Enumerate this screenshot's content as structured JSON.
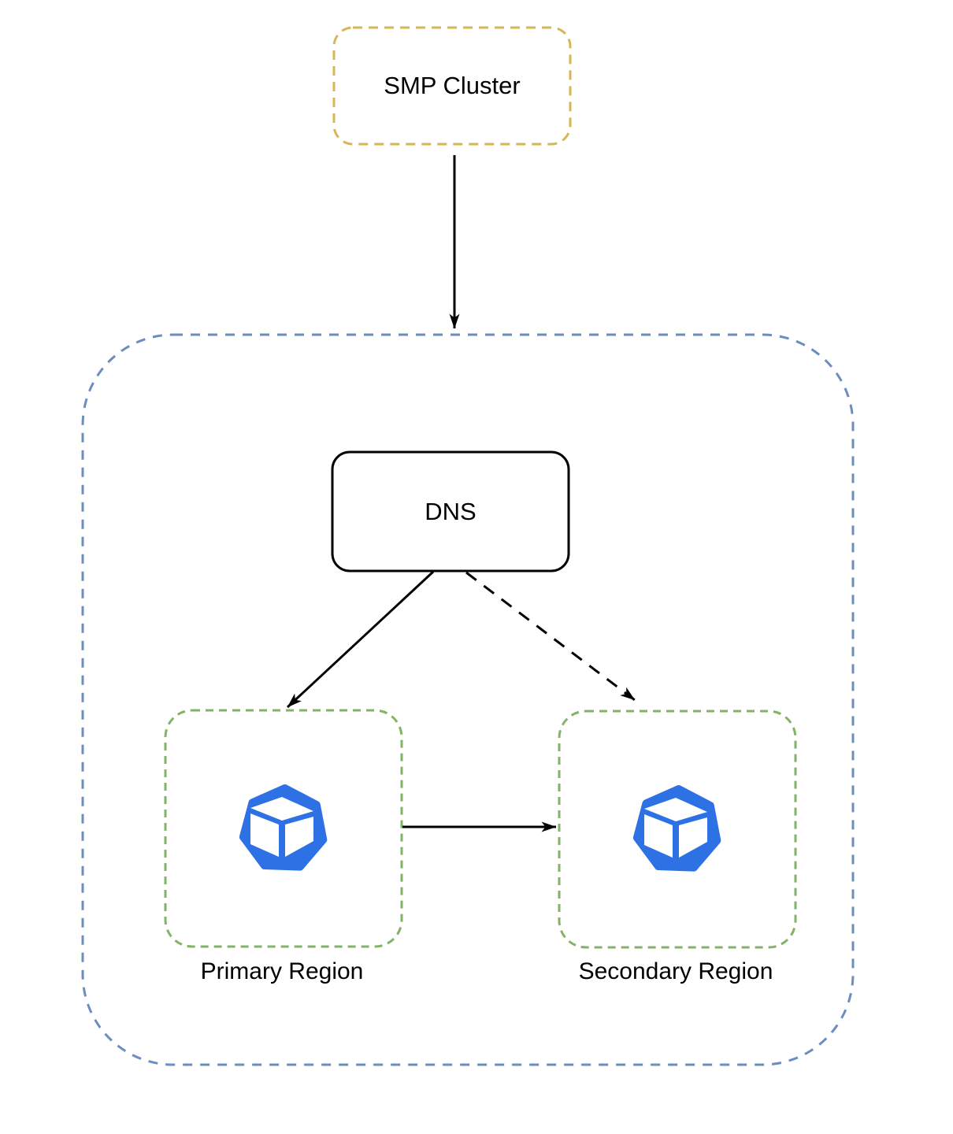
{
  "diagram": {
    "nodes": {
      "smp_cluster": {
        "label": "SMP Cluster",
        "shape": "rounded-rect",
        "border": "dashed-gold"
      },
      "multi_region": {
        "label": "",
        "shape": "rounded-container",
        "border": "dashed-blue"
      },
      "dns": {
        "label": "DNS",
        "shape": "rounded-rect",
        "border": "solid-black"
      },
      "primary_region": {
        "label": "Primary Region",
        "shape": "rounded-rect",
        "border": "dashed-green",
        "icon": "kubernetes-cube-heptagon-icon"
      },
      "secondary_region": {
        "label": "Secondary Region",
        "shape": "rounded-rect",
        "border": "dashed-green",
        "icon": "kubernetes-cube-heptagon-icon"
      }
    },
    "edges": [
      {
        "from": "smp_cluster",
        "to": "multi_region",
        "style": "solid",
        "arrowhead": "filled"
      },
      {
        "from": "dns",
        "to": "primary_region",
        "style": "solid",
        "arrowhead": "filled"
      },
      {
        "from": "dns",
        "to": "secondary_region",
        "style": "dashed",
        "arrowhead": "filled"
      },
      {
        "from": "primary_region",
        "to": "secondary_region",
        "style": "solid",
        "arrowhead": "filled"
      }
    ]
  },
  "colors": {
    "gold_border": "#D6B656",
    "blue_border": "#6C8EBF",
    "green_border": "#82B366",
    "node_border": "#000000",
    "arrow": "#000000",
    "icon_blue": "#2E71E5",
    "text": "#000000",
    "background": "#ffffff"
  }
}
